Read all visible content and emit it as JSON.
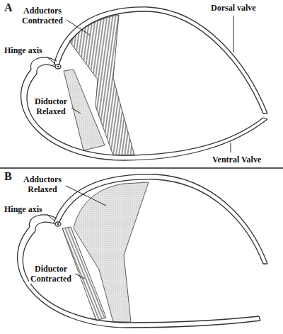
{
  "diagram": {
    "labels": [
      "A",
      "Adductors Contracted",
      "Hinge axis",
      "Dorsal valve",
      "Diductor Relaxed",
      "Ventral Valve",
      "B",
      "Adductors Relaxed",
      "Hinge axis",
      "Diductor Contracted"
    ]
  }
}
